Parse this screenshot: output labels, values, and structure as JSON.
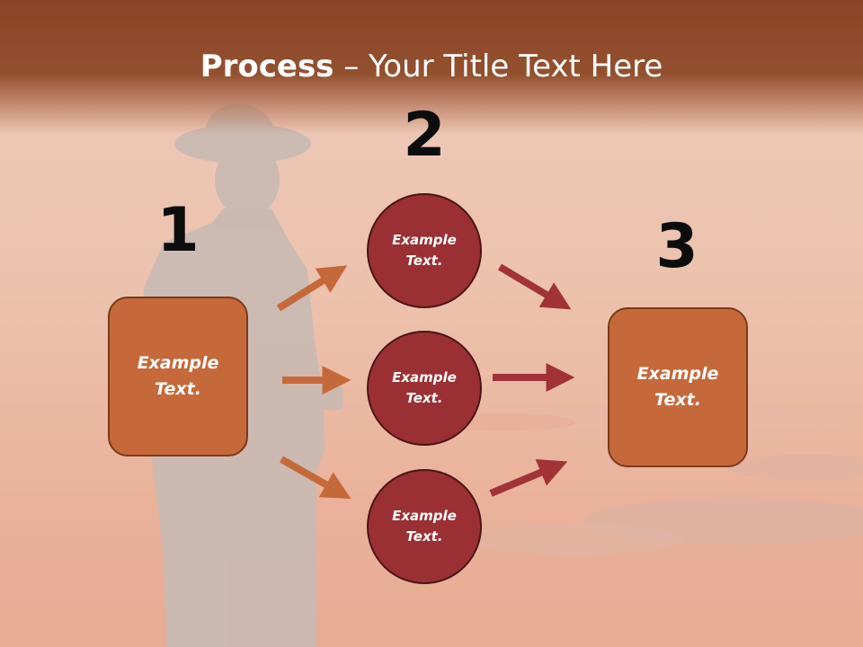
{
  "title": {
    "strong": "Process",
    "rest": " – Your Title Text Here"
  },
  "steps": [
    {
      "number": "1",
      "shape": "rounded-box",
      "text": [
        "Example",
        "Text."
      ]
    },
    {
      "number": "2",
      "shape": "circles",
      "items": [
        {
          "text": [
            "Example",
            "Text."
          ]
        },
        {
          "text": [
            "Example",
            "Text."
          ]
        },
        {
          "text": [
            "Example",
            "Text."
          ]
        }
      ]
    },
    {
      "number": "3",
      "shape": "rounded-box",
      "text": [
        "Example",
        "Text."
      ]
    }
  ],
  "colors": {
    "header": "#8a4425",
    "box_fill": "#c6693a",
    "circle_fill": "#9b3034",
    "arrow_left": "#c6693a",
    "arrow_right": "#a13338"
  },
  "icons": {
    "background_figure": "soldier-silhouette"
  }
}
